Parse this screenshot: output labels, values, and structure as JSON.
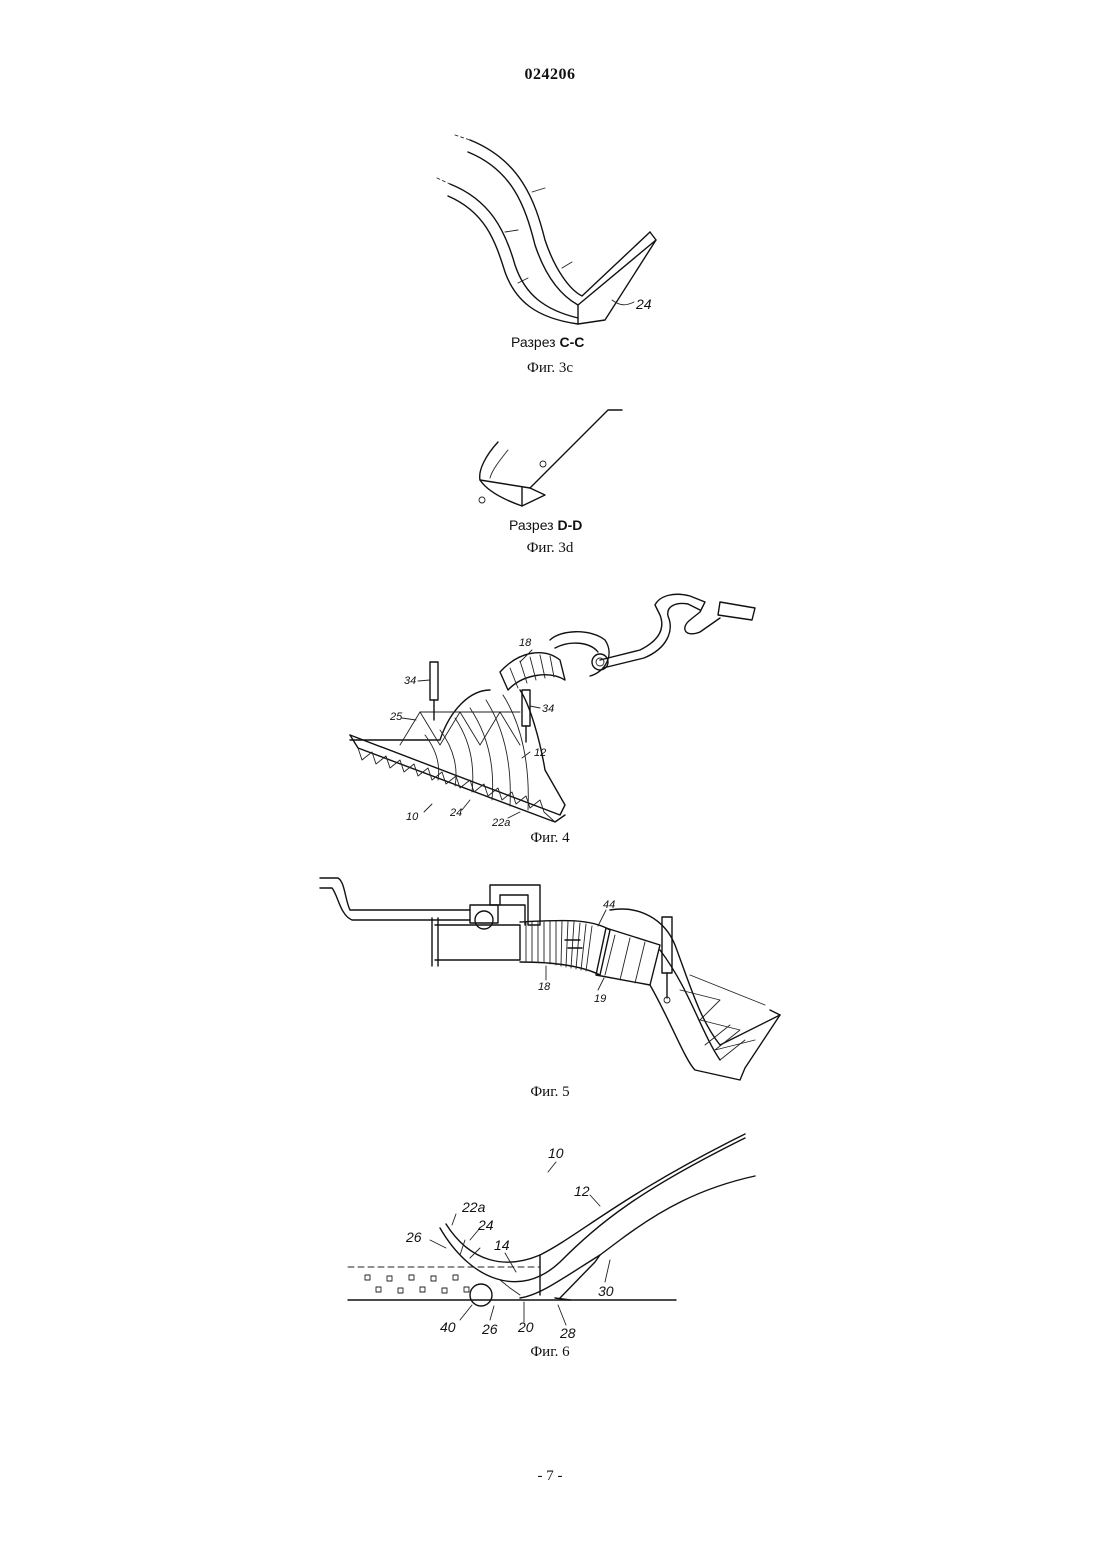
{
  "header": {
    "doc_number": "024206"
  },
  "figures": {
    "fig3c": {
      "section_prefix": "Разрез",
      "section_id": "C-C",
      "caption": "Фиг. 3с",
      "refs": {
        "r24": "24"
      }
    },
    "fig3d": {
      "section_prefix": "Разрез",
      "section_id": "D-D",
      "caption": "Фиг. 3d"
    },
    "fig4": {
      "caption": "Фиг. 4",
      "refs": {
        "r18": "18",
        "r34a": "34",
        "r34b": "34",
        "r25": "25",
        "r12": "12",
        "r10": "10",
        "r24": "24",
        "r22a": "22a"
      }
    },
    "fig5": {
      "caption": "Фиг. 5",
      "refs": {
        "r44": "44",
        "r18": "18",
        "r19": "19"
      }
    },
    "fig6": {
      "caption": "Фиг. 6",
      "refs": {
        "r10": "10",
        "r12": "12",
        "r22a": "22a",
        "r26a": "26",
        "r24": "24",
        "r14": "14",
        "r30": "30",
        "r40": "40",
        "r26b": "26",
        "r20": "20",
        "r28": "28"
      }
    }
  },
  "footer": {
    "page_number": "- 7 -"
  }
}
